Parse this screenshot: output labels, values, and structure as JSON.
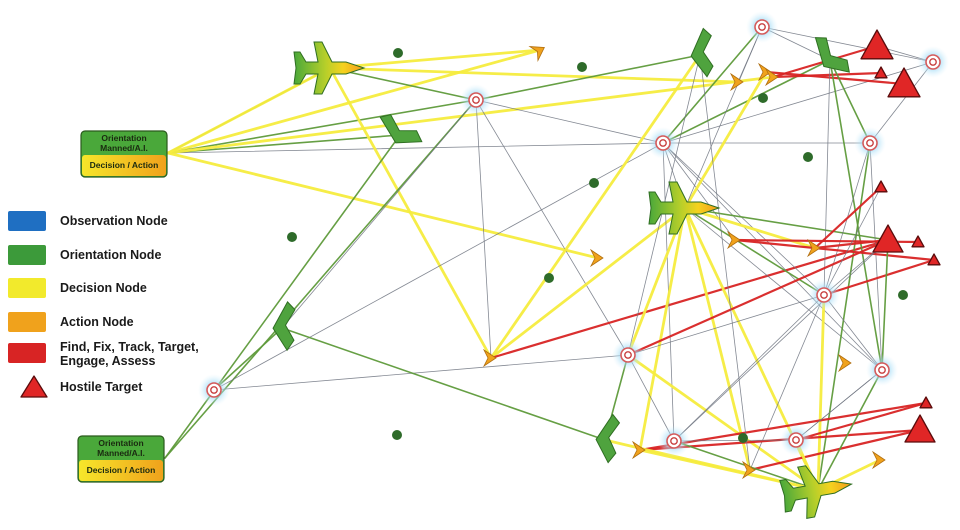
{
  "colors": {
    "observation": "#1f6fc2",
    "orientation": "#3c9a3a",
    "decision": "#f2ea2c",
    "action": "#f0a21c",
    "kill_chain": "#d82424",
    "sensor_link": "#6e7480",
    "dot": "#2e6b2a"
  },
  "legend": [
    {
      "label": "Observation Node",
      "swatch": "observation",
      "shape": "rect"
    },
    {
      "label": "Orientation Node",
      "swatch": "orientation",
      "shape": "rect"
    },
    {
      "label": "Decision Node",
      "swatch": "decision",
      "shape": "rect"
    },
    {
      "label": "Action Node",
      "swatch": "action",
      "shape": "rect"
    },
    {
      "label": "Find, Fix, Track, Target,",
      "label2": "Engage, Assess",
      "swatch": "kill_chain",
      "shape": "rect"
    },
    {
      "label": "Hostile Target",
      "swatch": "kill_chain",
      "shape": "triangle"
    }
  ],
  "c2_boxes": [
    {
      "line1": "Orientation",
      "line2": "Manned/A.I.",
      "line3": "Decision / Action"
    },
    {
      "line1": "Orientation",
      "line2": "Manned/A.I.",
      "line3": "Decision / Action"
    }
  ],
  "icons": {
    "fighter": "fighter-jet-icon",
    "bomber": "stealth-bomber-icon",
    "drone": "drone-icon",
    "sensor": "sensor-node-icon",
    "target": "hostile-target-icon",
    "relay": "relay-dot-icon"
  }
}
